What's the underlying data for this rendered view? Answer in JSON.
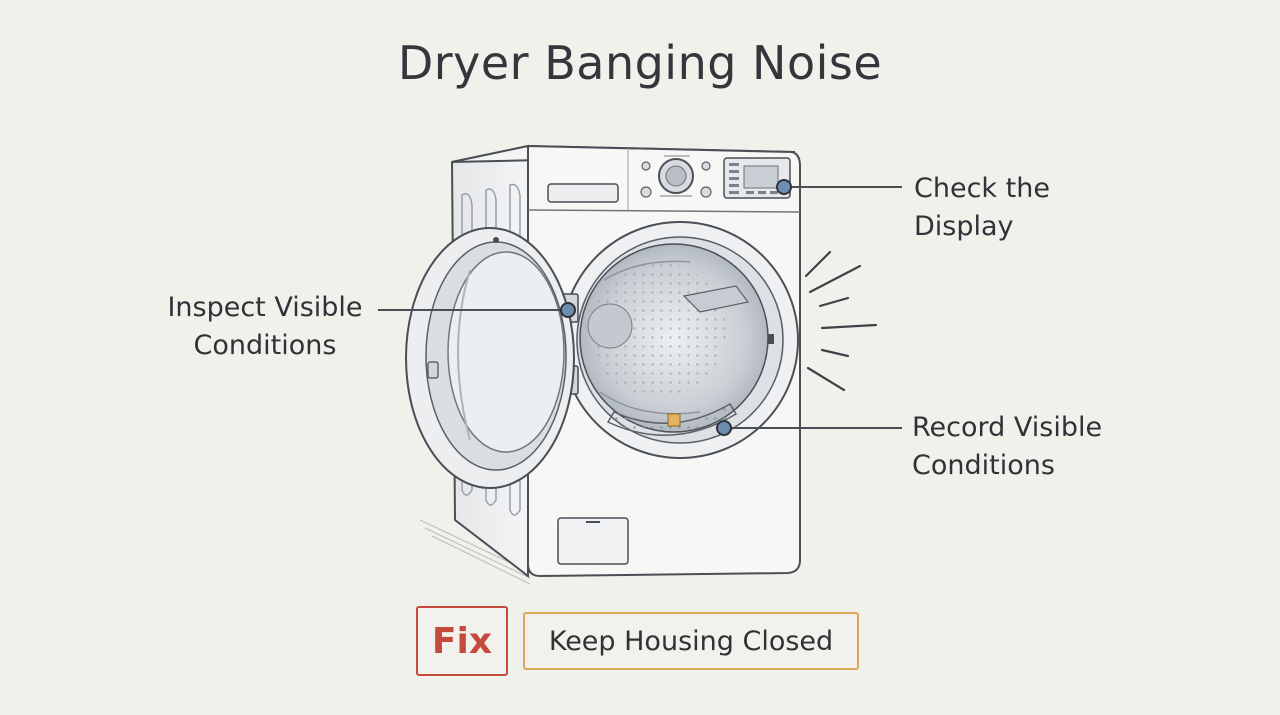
{
  "title": "Dryer Banging Noise",
  "callouts": {
    "display": {
      "line1": "Check the",
      "line2": "Display"
    },
    "inspect": {
      "line1": "Inspect Visible",
      "line2": "Conditions"
    },
    "record": {
      "line1": "Record Visible",
      "line2": "Conditions"
    }
  },
  "fix": {
    "badge": "Fix",
    "text": "Keep Housing Closed"
  },
  "colors": {
    "background": "#f1f1ec",
    "line": "#4a4f55",
    "callout_dot": "#6f8db0",
    "fix_red": "#c34a3c",
    "fix_gold": "#d9a85c"
  }
}
